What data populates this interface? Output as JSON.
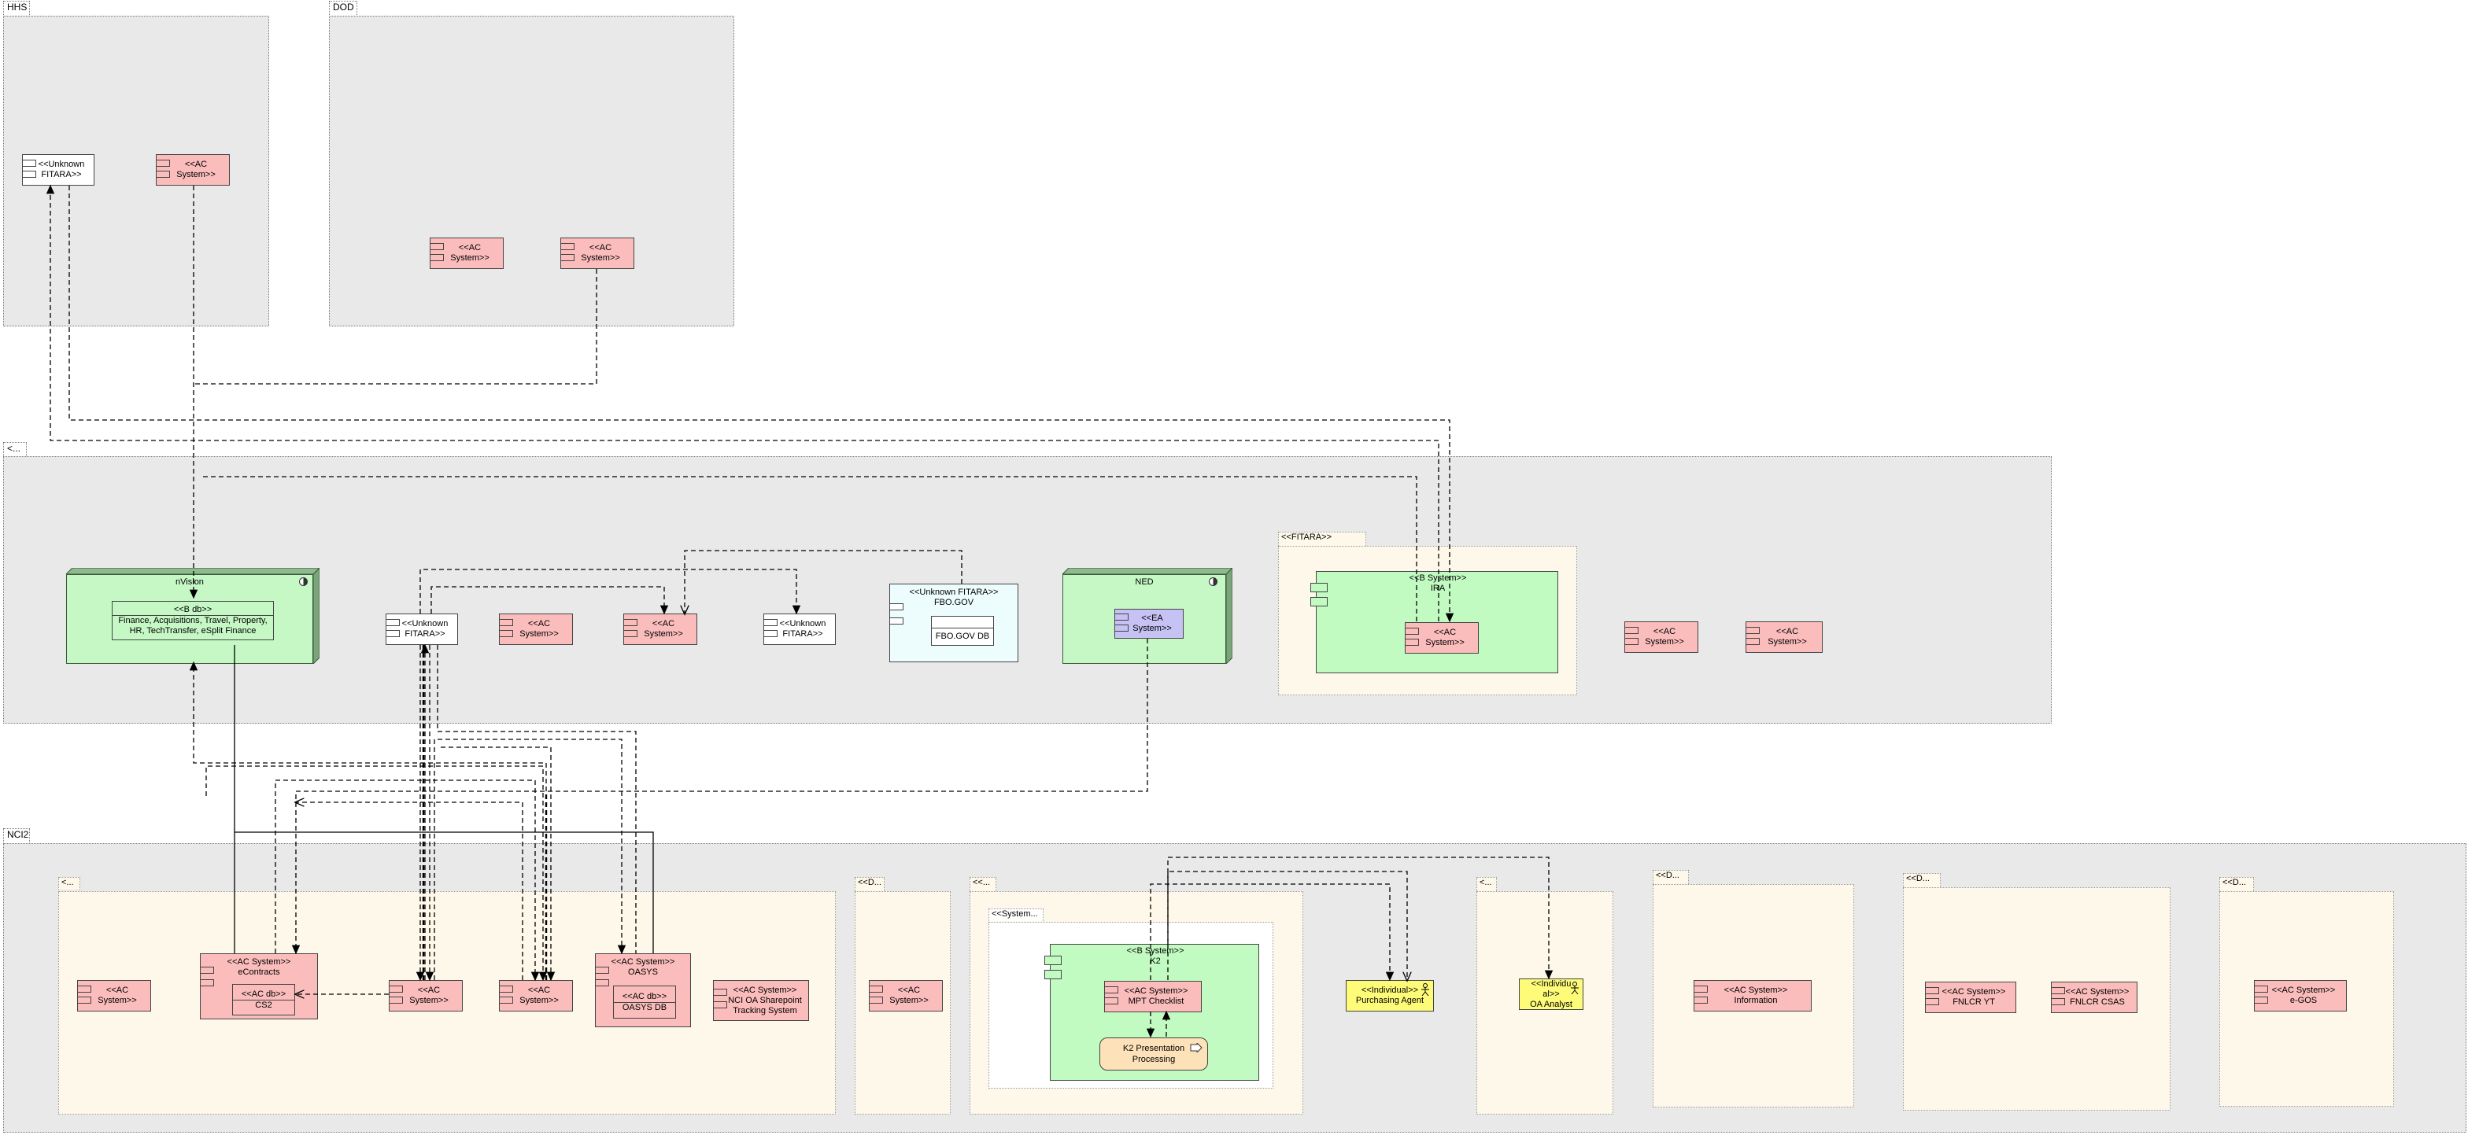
{
  "packages": {
    "hhs": "HHS",
    "dod": "DOD",
    "middle": "<...",
    "nci2": "NCI2"
  },
  "sub_tabs": {
    "nci_left": "<...",
    "nci_d1": "<<D...",
    "nci_k2": "<<...",
    "nci_system": "<<System...",
    "nci_mid": "<...",
    "nci_d2": "<<D...",
    "nci_d3": "<<D...",
    "nci_d4": "<<D...",
    "fitara": "<<FITARA>>"
  },
  "stereotypes": {
    "unknown_fitara": "<<Unknown\nFITARA>>",
    "ac_system": "<<AC\nSystem>>",
    "ea_system": "<<EA\nSystem>>",
    "b_system": "<<B System>>",
    "ac_system_inline": "<<AC System>>",
    "ac_db": "<<AC db>>",
    "individual": "<<Individual>>",
    "individual_wrapped": "<<Individu\nal>>"
  },
  "nodes": {
    "nvision": {
      "title": "nVision",
      "db_stereotype": "<<B db>>",
      "db_text": "Finance, Acquisitions, Travel, Property,\nHR, TechTransfer, eSplit Finance"
    },
    "ned": {
      "title": "NED"
    }
  },
  "fbo": {
    "stereotype": "<<Unknown FITARA>>",
    "name": "FBO.GOV",
    "db": "FBO.GOV DB"
  },
  "fitara_box": {
    "name": "IRA"
  },
  "nci": {
    "econtracts": "eContracts",
    "cs2": "CS2",
    "oasys": "OASYS",
    "oasys_db": "OASYS DB",
    "sharepoint": "NCI OA Sharepoint\nTracking System",
    "k2": "K2",
    "mpt": "MPT Checklist",
    "k2_proc": "K2 Presentation\nProcessing",
    "purchasing_agent": "Purchasing Agent",
    "oa_analyst": "OA Analyst",
    "information": "Information",
    "fnlcr_yt": "FNLCR YT",
    "fnlcr_csas": "FNLCR CSAS",
    "egos": "e-GOS"
  },
  "colors": {
    "package_bg": "#e9e9e9",
    "sub_bg": "#fdf8e9",
    "ac_system": "#fbbcbc",
    "b_system": "#c2fbc2",
    "ea_system": "#c7c2f4",
    "individual": "#fdfb78",
    "process": "#fde1b9"
  }
}
